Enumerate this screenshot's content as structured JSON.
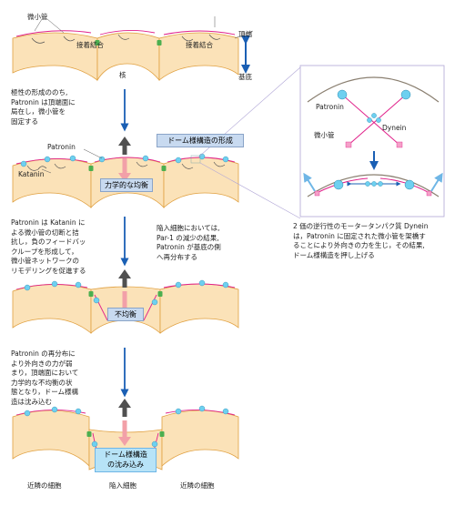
{
  "labels": {
    "microtubule_top": "微小管",
    "adherens_left": "接着結合",
    "adherens_right": "接着結合",
    "apical": "頂端",
    "basal": "基底",
    "nucleus": "核",
    "patronin": "Patronin",
    "katanin": "Katanin",
    "inset_patronin": "Patronin",
    "inset_microtubule": "微小管",
    "inset_dynein": "Dynein",
    "cell_left": "近隣の細胞",
    "cell_center": "陥入細胞",
    "cell_right": "近隣の細胞"
  },
  "boxes": {
    "dome_formation": "ドーム様構造の形成",
    "mechanical_balance": "力学的な均衡",
    "imbalance": "不均衡",
    "dome_sinking_line1": "ドーム様構造",
    "dome_sinking_line2": "の沈み込み"
  },
  "texts": {
    "step1": [
      "極性の形成ののち,",
      "Patronin は頂端面に",
      "局在し，微小管を",
      "固定する"
    ],
    "step2": [
      "Patronin は Katanin に",
      "よる微小管の切断と拮",
      "抗し，負のフィードバッ",
      "クループを形成して，",
      "微小管ネットワークの",
      "リモデリングを促進する"
    ],
    "step2_right": [
      "陥入細胞においては,",
      "Par-1 の減少の結果,",
      "Patronin が基底の側",
      "へ再分布する"
    ],
    "step3": [
      "Patronin の再分布に",
      "より外向きの力が弱",
      "まり，頂端面において",
      "力学的な不均衡の状",
      "態となり，ドーム様構",
      "造は沈み込む"
    ],
    "inset_caption": [
      "2 価の逆行性のモータータンパク質 Dynein",
      "は，Patronin に固定された微小管を架橋す",
      "ることにより外向きの力を生じ，その結果,",
      "ドーム様構造を押し上げる"
    ]
  },
  "colors": {
    "cell_fill": "#fbe2b8",
    "cell_stroke": "#e0a040",
    "arrow_blue": "#1a5fb4",
    "arrow_pink": "#f2a0a8",
    "arrow_dark": "#505050",
    "patronin_cyan": "#6ed0f0",
    "microtubule_magenta": "#e0208a",
    "junction_green": "#4caf50",
    "box_fill": "#c8daf0",
    "box_blue_fill": "#b7e3f7"
  }
}
